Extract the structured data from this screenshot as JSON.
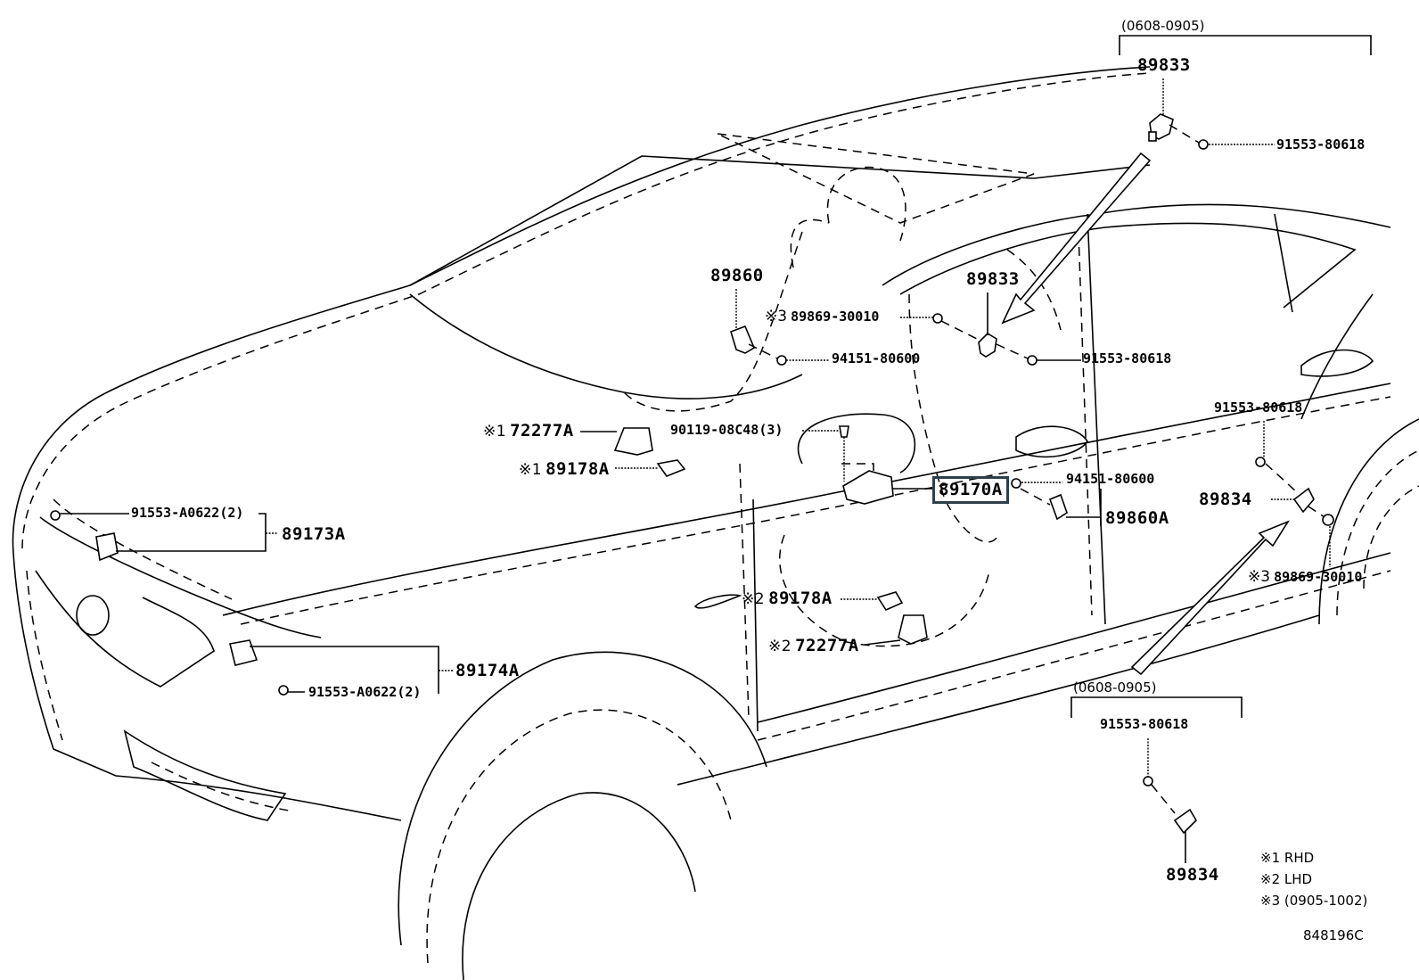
{
  "diagram": {
    "title": "Airbag sensor layout",
    "figure_id": "848196C",
    "accent_color": "#2f3f4a",
    "callouts": [
      {
        "id": "bracket-top-range",
        "text": "(0608-0905)"
      },
      {
        "id": "p89833-top",
        "text": "89833"
      },
      {
        "id": "bolt-91553-80618-top",
        "text": "91553-80618"
      },
      {
        "id": "p89860",
        "text": "89860"
      },
      {
        "id": "p89833-mid",
        "text": "89833"
      },
      {
        "id": "n89869-30010-mid",
        "mark": "※3",
        "text": "89869-30010"
      },
      {
        "id": "bolt-94151-80600-left",
        "text": "94151-80600"
      },
      {
        "id": "bolt-91553-80618-mid",
        "text": "91553-80618"
      },
      {
        "id": "p72277A-rhd",
        "mark": "※1",
        "text": "72277A"
      },
      {
        "id": "bolt-90119-08C48",
        "text": "90119-08C48(3)"
      },
      {
        "id": "p89178A-rhd",
        "mark": "※1",
        "text": "89178A"
      },
      {
        "id": "p89170A",
        "text": "89170A",
        "highlighted": true
      },
      {
        "id": "bolt-94151-80600-right",
        "text": "94151-80600"
      },
      {
        "id": "p89860A",
        "text": "89860A"
      },
      {
        "id": "bolt-91553-80618-rear",
        "text": "91553-80618"
      },
      {
        "id": "p89834-rear",
        "text": "89834"
      },
      {
        "id": "n89869-30010-rear",
        "mark": "※3",
        "text": "89869-30010"
      },
      {
        "id": "bolt-91553-A0622-front",
        "text": "91553-A0622(2)"
      },
      {
        "id": "p89173A",
        "text": "89173A"
      },
      {
        "id": "p89178A-lhd",
        "mark": "※2",
        "text": "89178A"
      },
      {
        "id": "p72277A-lhd",
        "mark": "※2",
        "text": "72277A"
      },
      {
        "id": "p89174A",
        "text": "89174A"
      },
      {
        "id": "bolt-91553-A0622-lower",
        "text": "91553-A0622(2)"
      },
      {
        "id": "bracket-bottom-range",
        "text": "(0608-0905)"
      },
      {
        "id": "bolt-91553-80618-bottom",
        "text": "91553-80618"
      },
      {
        "id": "p89834-bottom",
        "text": "89834"
      }
    ],
    "legend": [
      {
        "mark": "※1",
        "text": "RHD"
      },
      {
        "mark": "※2",
        "text": "LHD"
      },
      {
        "mark": "※3",
        "text": "(0905-1002)"
      }
    ]
  }
}
